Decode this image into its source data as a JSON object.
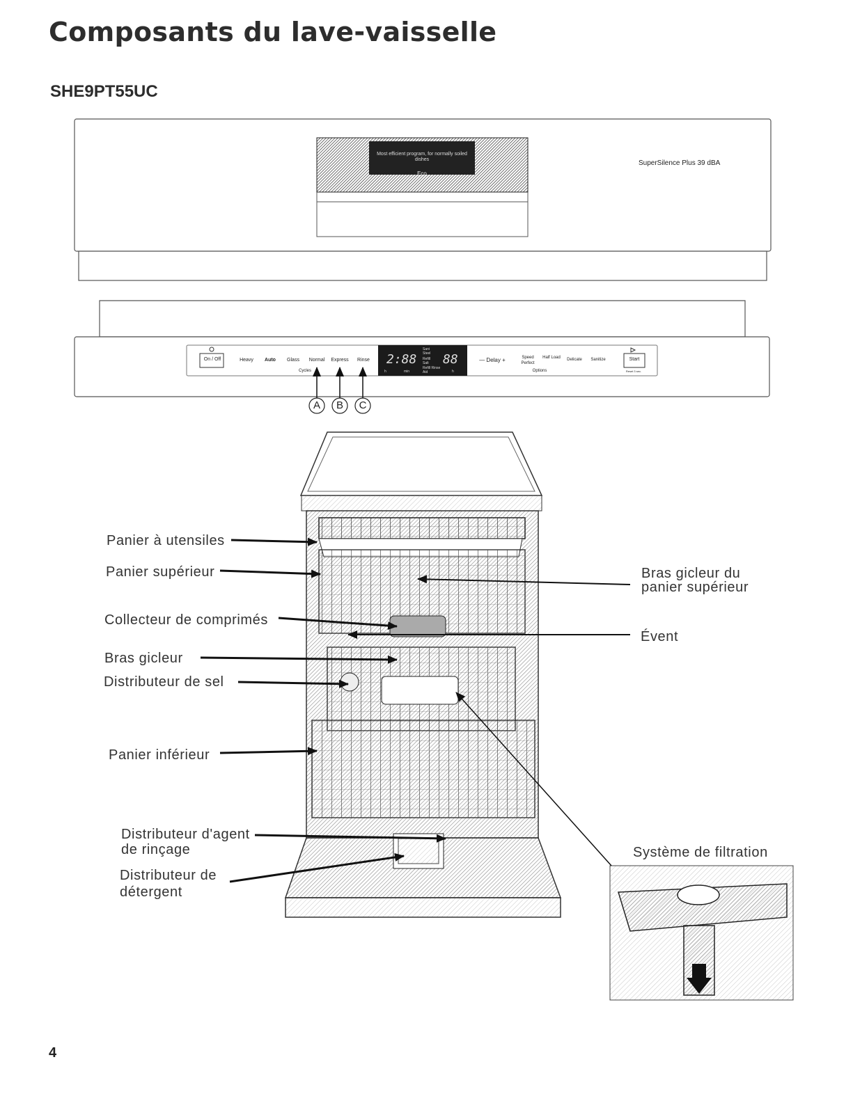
{
  "page": {
    "title": "Composants du lave-vaisselle",
    "model": "SHE9PT55UC",
    "page_number": "4"
  },
  "top_panel": {
    "display_message": "Most efficient program, for normally soiled dishes",
    "display_program": "Eco",
    "brand_label": "SuperSilence Plus 39 dBA"
  },
  "control_panel": {
    "power_button": "On / Off",
    "cycles": [
      "Heavy",
      "Auto",
      "Glass",
      "Normal",
      "Express",
      "Rinse"
    ],
    "cycles_caption": "Cycles",
    "time_readout": "2:88",
    "time_units": [
      "h",
      "min"
    ],
    "status_indicators": [
      "Sani Steel",
      "Refill Salt",
      "Refill Rinse Aid"
    ],
    "delay_readout": "88",
    "delay_unit": "h",
    "delay_control": "— Delay +",
    "options": [
      "Speed Perfect",
      "Half Load",
      "Delicate",
      "Sanitize"
    ],
    "options_caption": "Options",
    "start_button": "Start",
    "start_caption": "Reset 3 sec.",
    "callouts": [
      "A",
      "B",
      "C"
    ]
  },
  "labels_left": [
    "Panier à utensiles",
    "Panier supérieur",
    "Collecteur de comprimés",
    "Bras gicleur",
    "Distributeur de sel",
    "Panier inférieur"
  ],
  "labels_left_bottom": [
    {
      "line1": "Distributeur d'agent",
      "line2": "de rinçage"
    },
    {
      "line1": "Distributeur de",
      "line2": "détergent"
    }
  ],
  "labels_right": {
    "spray_arm_upper": {
      "line1": "Bras gicleur du",
      "line2": "panier supérieur"
    },
    "vent": "Évent",
    "filter": "Système de filtration"
  }
}
